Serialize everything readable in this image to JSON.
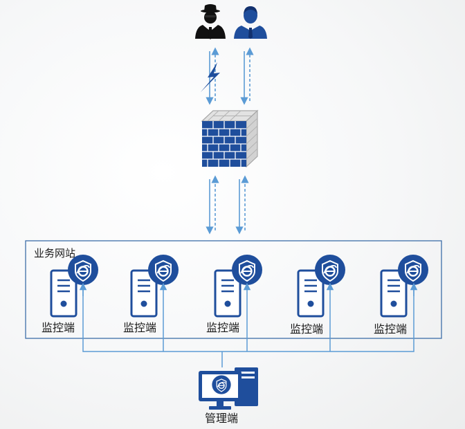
{
  "zone": {
    "label": "业务网站"
  },
  "servers": [
    {
      "label": "监控端",
      "icon": "ie-shield-icon"
    },
    {
      "label": "监控端",
      "icon": "ie-shield-icon"
    },
    {
      "label": "监控端",
      "icon": "ie-shield-icon"
    },
    {
      "label": "监控端",
      "icon": "ie-shield-icon"
    },
    {
      "label": "监控端",
      "icon": "ie-shield-icon"
    }
  ],
  "management": {
    "label": "管理端",
    "icon": "monitor-icon"
  },
  "actors": [
    {
      "icon": "hacker-icon"
    },
    {
      "icon": "user-icon"
    }
  ],
  "firewall": {
    "icon": "firewall-icon"
  },
  "colors": {
    "primary": "#1f4e9c",
    "dark_navy": "#12316e",
    "arrow": "#5b9bd5",
    "frame": "#3d6ea8",
    "wall_top": "#d9d9d9",
    "wall_side": "#c8c8c8"
  }
}
